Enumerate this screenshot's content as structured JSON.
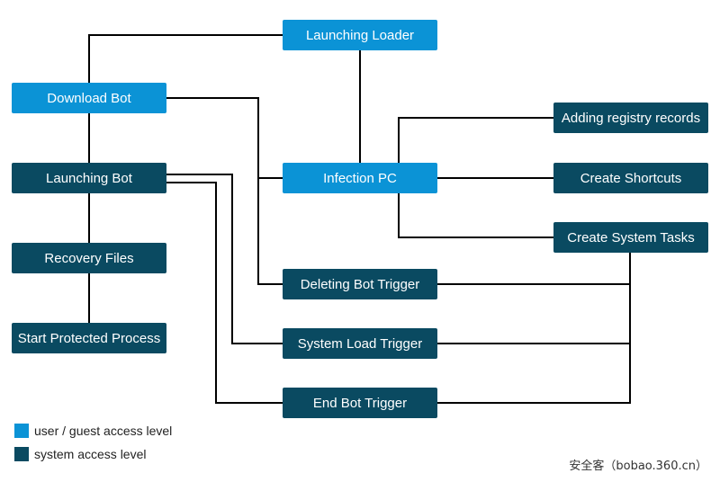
{
  "nodes": {
    "launching_loader": "Launching Loader",
    "download_bot": "Download Bot",
    "launching_bot": "Launching Bot",
    "recovery_files": "Recovery Files",
    "start_protected_process": "Start Protected Process",
    "infection_pc": "Infection PC",
    "adding_registry_records": "Adding registry records",
    "create_shortcuts": "Create Shortcuts",
    "create_system_tasks": "Create System Tasks",
    "deleting_bot_trigger": "Deleting Bot Trigger",
    "system_load_trigger": "System Load Trigger",
    "end_bot_trigger": "End Bot Trigger"
  },
  "legend": {
    "user": "user / guest access level",
    "system": "system access level"
  },
  "watermark": "安全客（bobao.360.cn）",
  "colors": {
    "user_level": "#0b93d6",
    "system_level": "#0a4a61",
    "line": "#000000"
  }
}
